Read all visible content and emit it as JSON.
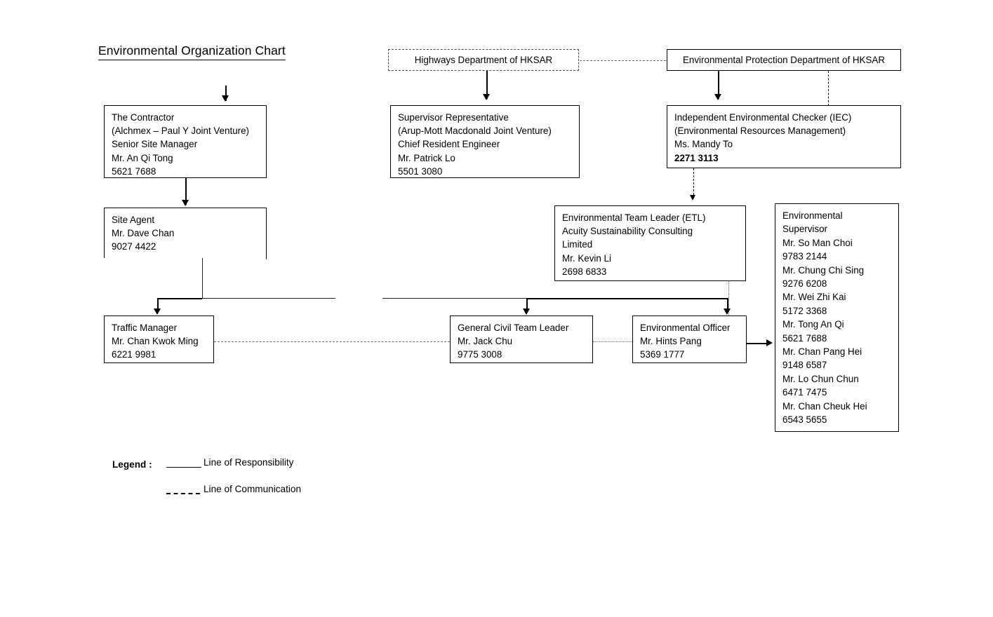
{
  "title": "Environmental Organization Chart",
  "nodes": {
    "highways": {
      "lines": [
        "Highways Department of HKSAR"
      ]
    },
    "epd": {
      "lines": [
        "Environmental Protection Department of HKSAR"
      ]
    },
    "contractor": {
      "lines": [
        "The Contractor",
        "(Alchmex – Paul Y Joint Venture)",
        "Senior Site Manager",
        "Mr. An Qi Tong",
        "5621 7688"
      ]
    },
    "supervisor_rep": {
      "lines": [
        "Supervisor Representative",
        "(Arup-Mott Macdonald Joint Venture)",
        "Chief Resident Engineer",
        "Mr. Patrick Lo",
        "5501 3080"
      ]
    },
    "iec": {
      "lines": [
        "Independent Environmental Checker (IEC)",
        "(Environmental Resources Management)",
        "Ms. Mandy To"
      ],
      "bold_lines": [
        "2271 3113"
      ]
    },
    "site_agent": {
      "lines": [
        "Site Agent",
        "Mr. Dave Chan",
        "9027 4422"
      ]
    },
    "etl": {
      "lines": [
        "Environmental Team Leader (ETL)",
        "Acuity Sustainability Consulting",
        "Limited",
        "Mr. Kevin Li",
        "2698 6833"
      ]
    },
    "env_supervisor": {
      "lines": [
        "Environmental",
        "Supervisor",
        "Mr. So Man Choi",
        "9783 2144",
        "Mr. Chung Chi Sing",
        "9276 6208",
        "Mr. Wei Zhi Kai",
        "5172 3368",
        "Mr. Tong An Qi",
        "5621 7688",
        "Mr. Chan Pang Hei",
        "9148 6587",
        "Mr. Lo Chun Chun",
        "6471 7475",
        "Mr. Chan Cheuk Hei",
        "6543 5655"
      ]
    },
    "traffic_manager": {
      "lines": [
        "Traffic Manager",
        "Mr. Chan Kwok Ming",
        "6221 9981"
      ]
    },
    "general_civil": {
      "lines": [
        "General Civil Team Leader",
        "Mr. Jack Chu",
        "9775 3008"
      ]
    },
    "env_officer": {
      "lines": [
        "Environmental Officer",
        "Mr. Hints Pang",
        "5369 1777"
      ]
    }
  },
  "legend": {
    "label": "Legend :",
    "responsibility": "Line of Responsibility",
    "communication": "Line of Communication"
  },
  "chart_data": {
    "type": "diagram",
    "title": "Environmental Organization Chart",
    "diagram_kind": "organization-chart",
    "edges": [
      {
        "from": "highways",
        "to": "epd",
        "style": "dashed",
        "meaning": "Line of Communication"
      },
      {
        "from": "highways",
        "to": "supervisor_rep",
        "style": "solid-arrow",
        "meaning": "Line of Responsibility"
      },
      {
        "from": "epd",
        "to": "iec",
        "style": "solid-arrow",
        "meaning": "Line of Responsibility"
      },
      {
        "from": "epd",
        "to": "iec",
        "style": "dashed",
        "meaning": "Line of Communication"
      },
      {
        "from": "contractor",
        "to": "site_agent",
        "style": "solid-arrow",
        "meaning": "Line of Responsibility"
      },
      {
        "from": "site_agent",
        "to": "traffic_manager",
        "style": "solid-arrow",
        "meaning": "Line of Responsibility"
      },
      {
        "from": "iec",
        "to": "etl",
        "style": "dashed-arrow",
        "meaning": "Line of Communication"
      },
      {
        "from": "etl",
        "to": "general_civil",
        "style": "solid-arrow",
        "meaning": "Line of Responsibility"
      },
      {
        "from": "etl",
        "to": "env_officer",
        "style": "solid-arrow",
        "meaning": "Line of Responsibility"
      },
      {
        "from": "etl",
        "to": "env_officer",
        "style": "dotted",
        "meaning": "Line of Communication"
      },
      {
        "from": "traffic_manager",
        "to": "general_civil",
        "style": "dashed",
        "meaning": "Line of Communication"
      },
      {
        "from": "general_civil",
        "to": "env_officer",
        "style": "dotted",
        "meaning": "Line of Communication"
      },
      {
        "from": "env_officer",
        "to": "env_supervisor",
        "style": "solid-arrow",
        "meaning": "Line of Responsibility"
      }
    ]
  }
}
